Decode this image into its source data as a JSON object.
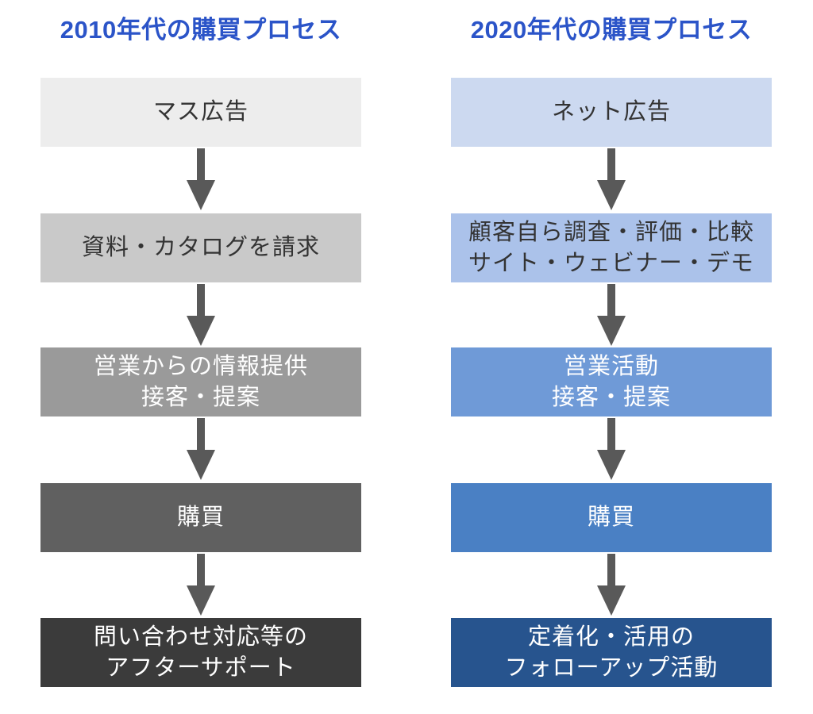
{
  "colors": {
    "title": "#2b54c8",
    "arrow": "#595959",
    "background": "#ffffff",
    "dark_text": "#333333",
    "light_text": "#ffffff"
  },
  "columns": [
    {
      "title": "2010年代の購買プロセス",
      "steps": [
        {
          "lines": [
            "マス広告",
            ""
          ],
          "bg": "#ededed",
          "color": "#333333"
        },
        {
          "lines": [
            "資料・カタログを請求",
            ""
          ],
          "bg": "#c9c9c9",
          "color": "#333333"
        },
        {
          "lines": [
            "営業からの情報提供",
            "接客・提案"
          ],
          "bg": "#9a9a9a",
          "color": "#ffffff"
        },
        {
          "lines": [
            "購買",
            ""
          ],
          "bg": "#606060",
          "color": "#ffffff"
        },
        {
          "lines": [
            "問い合わせ対応等の",
            "アフターサポート"
          ],
          "bg": "#3b3b3b",
          "color": "#ffffff"
        }
      ]
    },
    {
      "title": "2020年代の購買プロセス",
      "steps": [
        {
          "lines": [
            "ネット広告",
            ""
          ],
          "bg": "#ccd9f0",
          "color": "#333333"
        },
        {
          "lines": [
            "顧客自ら調査・評価・比較",
            "サイト・ウェビナー・デモ"
          ],
          "bg": "#abc2ea",
          "color": "#333333"
        },
        {
          "lines": [
            "営業活動",
            "接客・提案"
          ],
          "bg": "#6f9ad7",
          "color": "#ffffff"
        },
        {
          "lines": [
            "購買",
            ""
          ],
          "bg": "#4a80c4",
          "color": "#ffffff"
        },
        {
          "lines": [
            "定着化・活用の",
            "フォローアップ活動"
          ],
          "bg": "#27548e",
          "color": "#ffffff"
        }
      ]
    }
  ]
}
